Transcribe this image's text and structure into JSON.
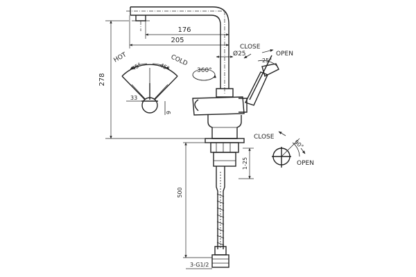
{
  "dimensions": {
    "width_176": "176",
    "width_205": "205",
    "height_278": "278",
    "diameter_25": "Ø25",
    "handle_33": "33",
    "handle_6": "6",
    "hose_500": "500",
    "mount_1_25": "1-25",
    "thread": "3-G1/2"
  },
  "labels": {
    "hot": "HOT",
    "cold": "COLD",
    "hot_angle": "45°",
    "cold_angle": "45°",
    "swivel": "360°",
    "close_top": "CLOSE",
    "open_top": "OPEN",
    "lever_angle": "25°",
    "close_side": "CLOSE",
    "open_side": "OPEN",
    "side_angle": "90°"
  }
}
